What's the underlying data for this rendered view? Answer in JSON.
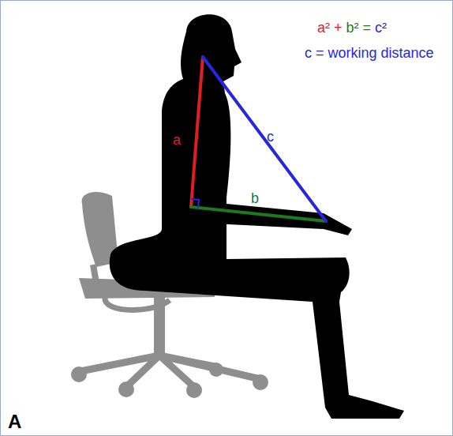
{
  "diagram": {
    "labels": [
      "a²",
      "+",
      "b²",
      "=",
      "c²",
      "c = working distance",
      "a",
      "c",
      "b",
      "A"
    ]
  }
}
